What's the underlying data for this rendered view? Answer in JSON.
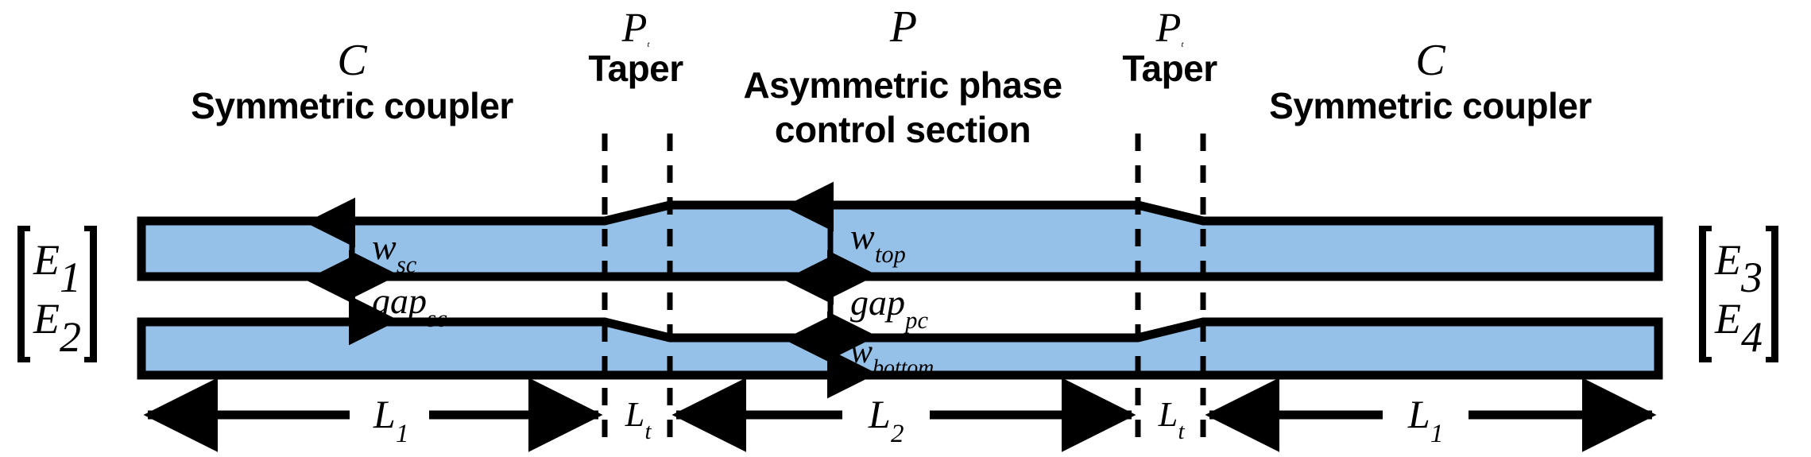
{
  "figure": {
    "type": "schematic-diagram",
    "subject": "asymmetric directional coupler with phase control section",
    "background_color": "#ffffff",
    "waveguide_fill": "#95c1e8",
    "outline_color": "#000000"
  },
  "top_labels": {
    "left_section": {
      "symbol": "C",
      "name": "Symmetric coupler"
    },
    "left_taper": {
      "symbol": "P",
      "symbol_sub": "t",
      "name": "Taper"
    },
    "middle_section": {
      "symbol": "P",
      "name_line1": "Asymmetric phase",
      "name_line2": "control section"
    },
    "right_taper": {
      "symbol": "P",
      "symbol_sub": "t",
      "name": "Taper"
    },
    "right_section": {
      "symbol": "C",
      "name": "Symmetric coupler"
    }
  },
  "ports": {
    "input": {
      "label": "input-field-vector",
      "rows": [
        "E1",
        "E2"
      ],
      "row_base": "E",
      "row_subs": [
        "1",
        "2"
      ]
    },
    "output": {
      "label": "output-field-vector",
      "rows": [
        "E3",
        "E4"
      ],
      "row_base": "E",
      "row_subs": [
        "3",
        "4"
      ]
    }
  },
  "dimensions": {
    "vertical": [
      {
        "id": "w-sc",
        "base": "w",
        "sub": "sc",
        "region": "symmetric coupler",
        "measures": "top waveguide width"
      },
      {
        "id": "gap-sc",
        "base": "gap",
        "sub": "sc",
        "region": "symmetric coupler",
        "measures": "gap between waveguides"
      },
      {
        "id": "w-top",
        "base": "w",
        "sub": "top",
        "region": "phase control",
        "measures": "top waveguide width"
      },
      {
        "id": "gap-pc",
        "base": "gap",
        "sub": "pc",
        "region": "phase control",
        "measures": "gap between waveguides"
      },
      {
        "id": "w-bottom",
        "base": "w",
        "sub": "bottom",
        "region": "phase control",
        "measures": "bottom waveguide width"
      }
    ],
    "horizontal": [
      {
        "id": "l1-left",
        "base": "L",
        "sub": "1",
        "measures": "symmetric coupler length"
      },
      {
        "id": "lt-left",
        "base": "L",
        "sub": "t",
        "measures": "taper length"
      },
      {
        "id": "l2",
        "base": "L",
        "sub": "2",
        "measures": "phase control section length"
      },
      {
        "id": "lt-right",
        "base": "L",
        "sub": "t",
        "measures": "taper length"
      },
      {
        "id": "l1-right",
        "base": "L",
        "sub": "1",
        "measures": "symmetric coupler length"
      }
    ]
  }
}
